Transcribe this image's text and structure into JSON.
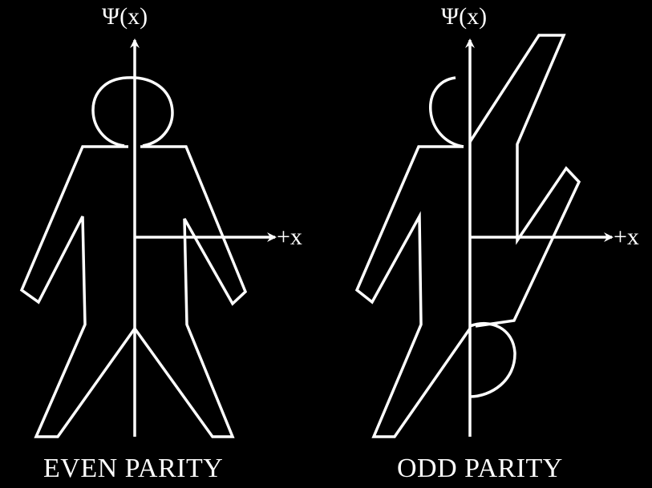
{
  "figure": {
    "panels": [
      {
        "id": "even",
        "y_axis_label": "Ψ(x)",
        "x_axis_label": "+x",
        "caption": "EVEN PARITY"
      },
      {
        "id": "odd",
        "y_axis_label": "Ψ(x)",
        "x_axis_label": "+x",
        "caption": "ODD PARITY"
      }
    ],
    "colors": {
      "background": "#000000",
      "stroke": "#ffffff"
    }
  }
}
